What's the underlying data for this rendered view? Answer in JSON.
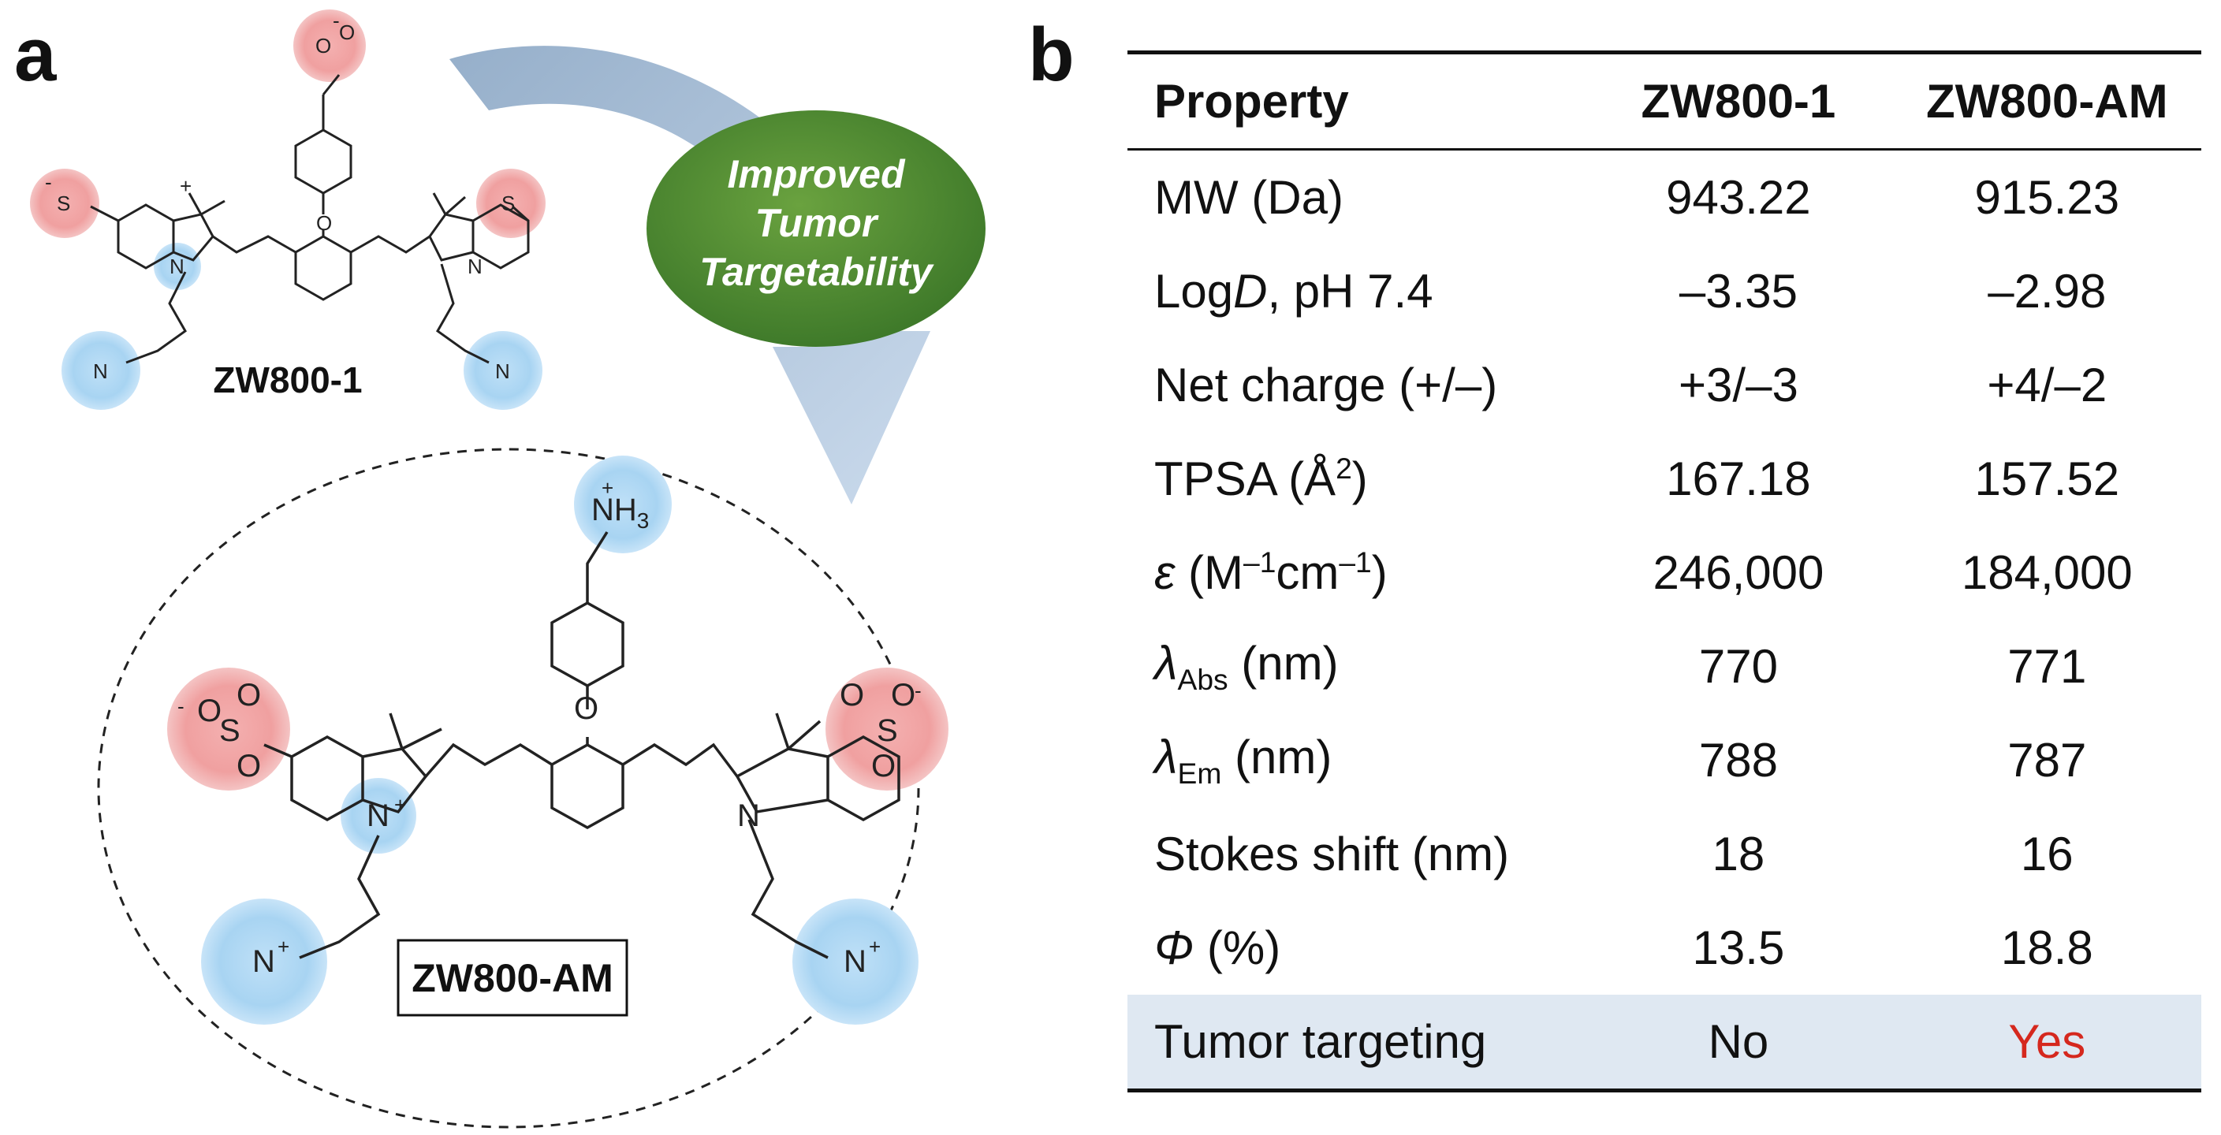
{
  "panels": {
    "a": "a",
    "b": "b"
  },
  "arrow_label": [
    "Improved",
    "Tumor",
    "Targetability"
  ],
  "molecules": {
    "top": {
      "name": "ZW800-1"
    },
    "bottom": {
      "name": "ZW800-AM",
      "amine_label": "NH",
      "amine_sub": "3"
    }
  },
  "atoms": {
    "O": "O",
    "S": "S",
    "N": "N",
    "plus": "+",
    "minus": "-"
  },
  "colors": {
    "anionic_highlight": "#f0a0a0",
    "cationic_highlight": "#a8d4f2",
    "arrow_oval": "#3f7a2a",
    "yes_text": "#d5281e",
    "last_row_bg": "#dfe8f2"
  },
  "table": {
    "headers": [
      "Property",
      "ZW800-1",
      "ZW800-AM"
    ],
    "rows": [
      {
        "label": "MW (Da)",
        "v1": "943.22",
        "v2": "915.23"
      },
      {
        "label_pre": "Log",
        "label_italic": "D",
        "label_post": ", pH 7.4",
        "v1": "–3.35",
        "v2": "–2.98"
      },
      {
        "label": "Net charge (+/–)",
        "v1": "+3/–3",
        "v2": "+4/–2"
      },
      {
        "label_pre": "TPSA (Å",
        "label_sup": "2",
        "label_post": ")",
        "v1": "167.18",
        "v2": "157.52"
      },
      {
        "label_italic": "ε",
        "label_pre": " (M",
        "label_sup": "–1",
        "label_mid": "cm",
        "label_sup2": "–1",
        "label_post": ")",
        "v1": "246,000",
        "v2": "184,000"
      },
      {
        "label_italic": "λ",
        "label_sub": "Abs",
        "label_post": " (nm)",
        "v1": "770",
        "v2": "771"
      },
      {
        "label_italic": "λ",
        "label_sub": "Em",
        "label_post": " (nm)",
        "v1": "788",
        "v2": "787"
      },
      {
        "label": "Stokes shift (nm)",
        "v1": "18",
        "v2": "16"
      },
      {
        "label_italic": "Φ",
        "label_post": " (%)",
        "v1": "13.5",
        "v2": "18.8"
      },
      {
        "label": "Tumor targeting",
        "v1": "No",
        "v2": "Yes"
      }
    ]
  }
}
